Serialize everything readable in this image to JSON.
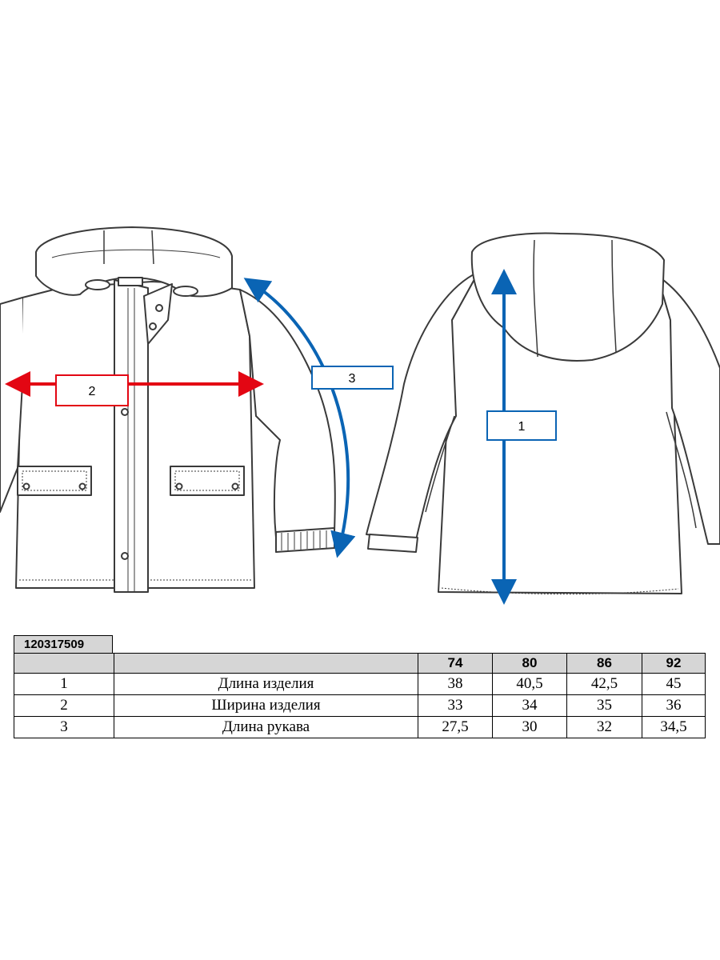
{
  "diagram": {
    "front_labels": [
      "2",
      "3"
    ],
    "back_labels": [
      "1"
    ],
    "colors": {
      "width_arrow": "#e30613",
      "length_arrow": "#0a64b4",
      "outline": "#3a3a3a"
    }
  },
  "table": {
    "code": "120317509",
    "sizes": [
      "74",
      "80",
      "86",
      "92"
    ],
    "rows": [
      {
        "num": "1",
        "name": "Длина изделия",
        "values": [
          "38",
          "40,5",
          "42,5",
          "45"
        ]
      },
      {
        "num": "2",
        "name": "Ширина изделия",
        "values": [
          "33",
          "34",
          "35",
          "36"
        ]
      },
      {
        "num": "3",
        "name": "Длина рукава",
        "values": [
          "27,5",
          "30",
          "32",
          "34,5"
        ]
      }
    ]
  }
}
